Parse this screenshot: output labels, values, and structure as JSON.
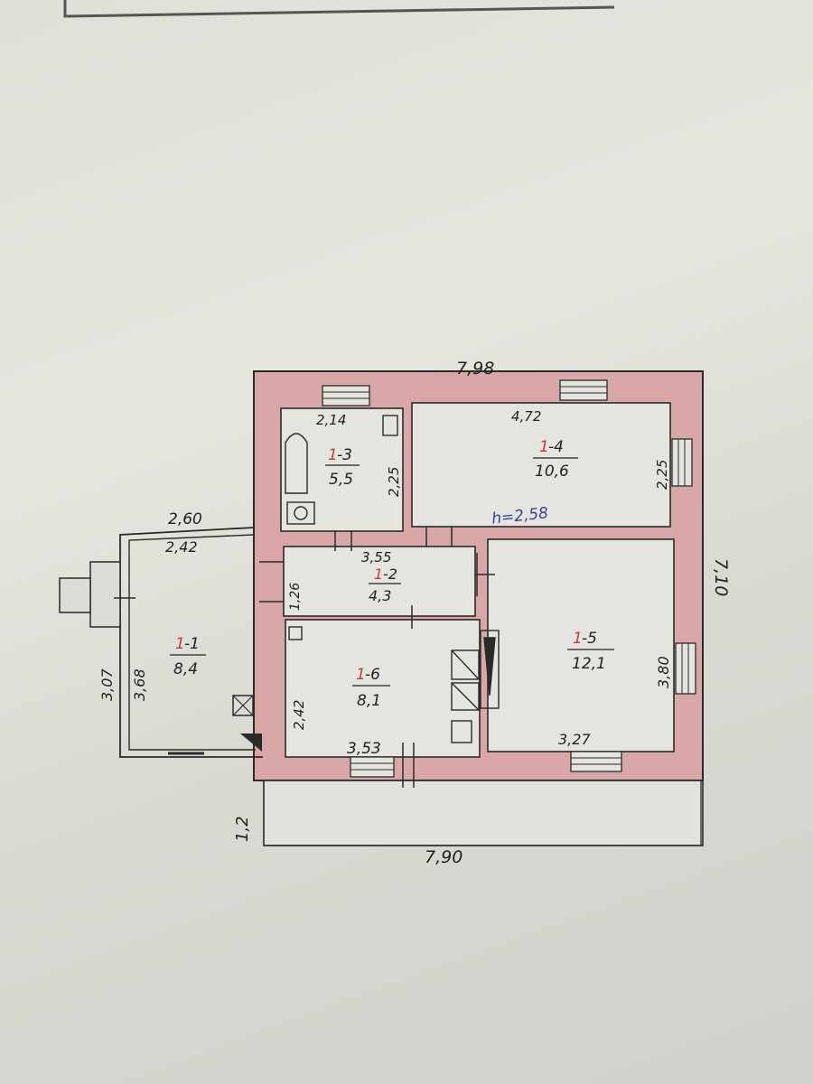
{
  "plan": {
    "overall": {
      "top_width": "7,98",
      "bottom_width": "7,90",
      "right_height": "7,10",
      "porch_depth": "1,2"
    },
    "extension": {
      "outer_width": "2,60",
      "inner_width": "2,42",
      "outer_height": "3,07",
      "inner_height": "3,68"
    },
    "rooms": [
      {
        "floor": "1",
        "num": "-3",
        "area": "5,5",
        "width": "2,14",
        "height": "2,25"
      },
      {
        "floor": "1",
        "num": "-4",
        "area": "10,6",
        "width": "4,72",
        "height": "2,25"
      },
      {
        "floor": "1",
        "num": "-2",
        "area": "4,3",
        "width": "3,55",
        "height": "1,26"
      },
      {
        "floor": "1",
        "num": "-1",
        "area": "8,4"
      },
      {
        "floor": "1",
        "num": "-6",
        "area": "8,1",
        "width": "3,53",
        "height": "2,42"
      },
      {
        "floor": "1",
        "num": "-5",
        "area": "12,1",
        "width": "3,27",
        "height": "3,80"
      }
    ],
    "ceiling_note": "h=2,58",
    "colors": {
      "wall": "#d9a7a7",
      "line": "#2a2a2a",
      "paper": "#e3e4dd"
    }
  }
}
